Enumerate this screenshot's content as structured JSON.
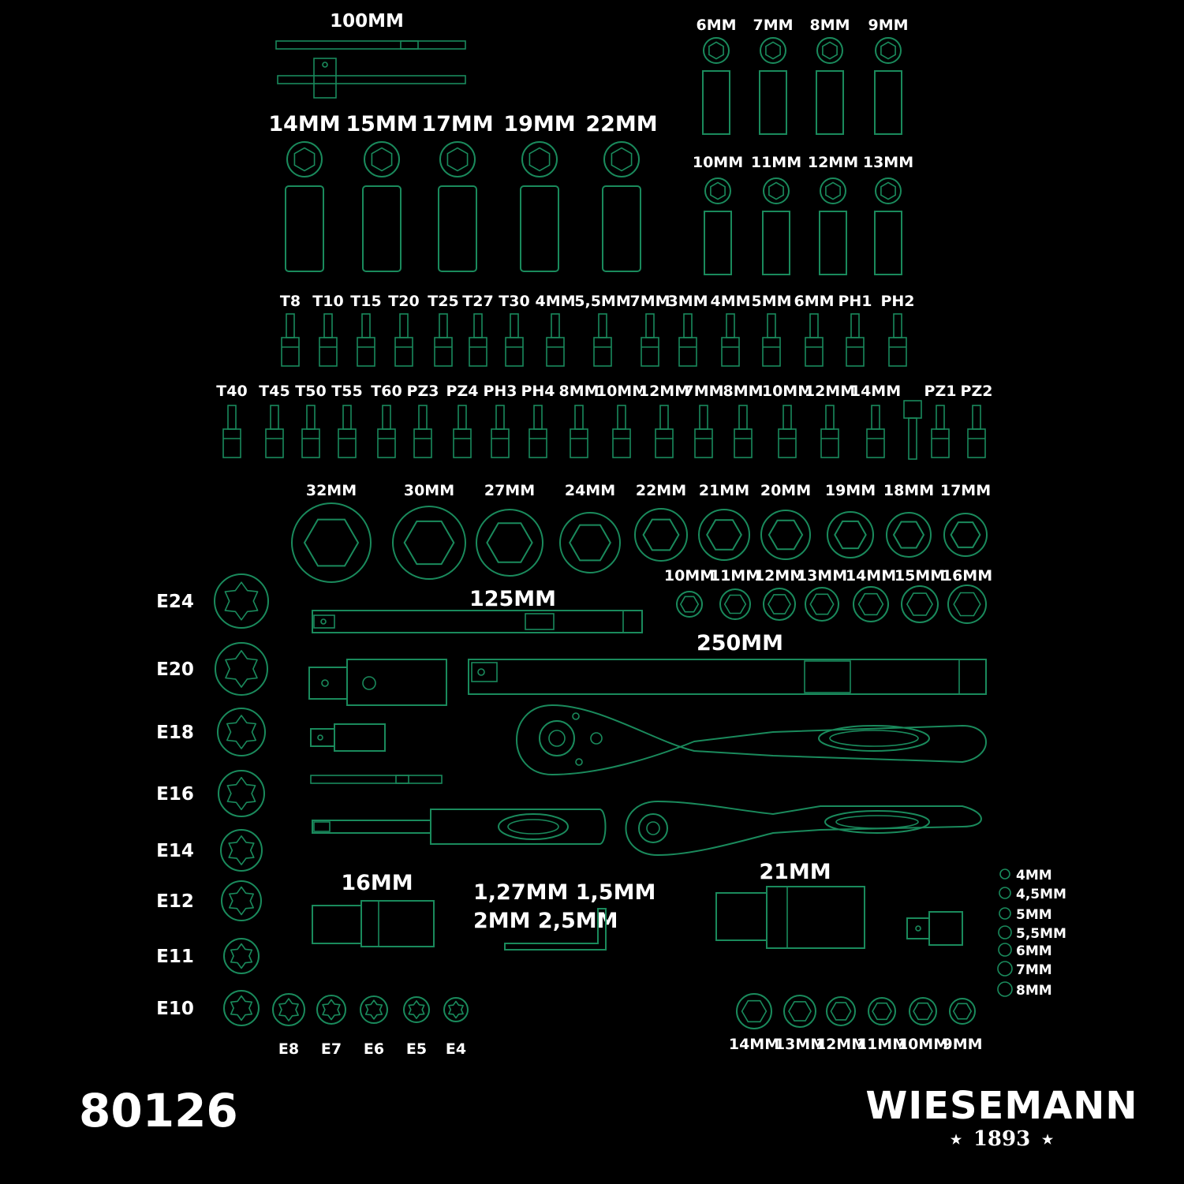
{
  "model_number": "80126",
  "brand": {
    "name": "WIESEMANN",
    "year": "1893"
  },
  "labels": {
    "ext_100": "100MM",
    "ext_125": "125MM",
    "ext_250": "250MM",
    "socket_16": "16MM",
    "socket_21": "21MM",
    "hex_keys_line1": "1,27MM 1,5MM",
    "hex_keys_line2": "2MM 2,5MM"
  },
  "small_sockets_top": [
    "6MM",
    "7MM",
    "8MM",
    "9MM"
  ],
  "small_sockets_mid": [
    "10MM",
    "11MM",
    "12MM",
    "13MM"
  ],
  "deep_sockets": [
    "14MM",
    "15MM",
    "17MM",
    "19MM",
    "22MM"
  ],
  "bits_row1": [
    "T8",
    "T10",
    "T15",
    "T20",
    "T25",
    "T27",
    "T30",
    "4MM",
    "5,5MM",
    "7MM",
    "3MM",
    "4MM",
    "5MM",
    "6MM",
    "PH1",
    "PH2"
  ],
  "bits_row2": [
    "T40",
    "T45",
    "T50",
    "T55",
    "T60",
    "PZ3",
    "PZ4",
    "PH3",
    "PH4",
    "8MM",
    "10MM",
    "12MM",
    "7MM",
    "8MM",
    "10MM",
    "12MM",
    "14MM",
    "PZ1",
    "PZ2"
  ],
  "large_sockets": [
    "32MM",
    "30MM",
    "27MM",
    "24MM",
    "22MM",
    "21MM",
    "20MM",
    "19MM",
    "18MM",
    "17MM"
  ],
  "medium_sockets": [
    "10MM",
    "11MM",
    "12MM",
    "13MM",
    "14MM",
    "15MM",
    "16MM"
  ],
  "e_torx_left": [
    "E24",
    "E20",
    "E18",
    "E16",
    "E14",
    "E12",
    "E11",
    "E10"
  ],
  "e_torx_bottom": [
    "E8",
    "E7",
    "E6",
    "E5",
    "E4"
  ],
  "bottom_sockets": [
    "14MM",
    "13MM",
    "12MM",
    "11MM",
    "10MM",
    "9MM"
  ],
  "tiny_sockets": [
    "4MM",
    "4,5MM",
    "5MM",
    "5,5MM",
    "6MM",
    "7MM",
    "8MM"
  ]
}
